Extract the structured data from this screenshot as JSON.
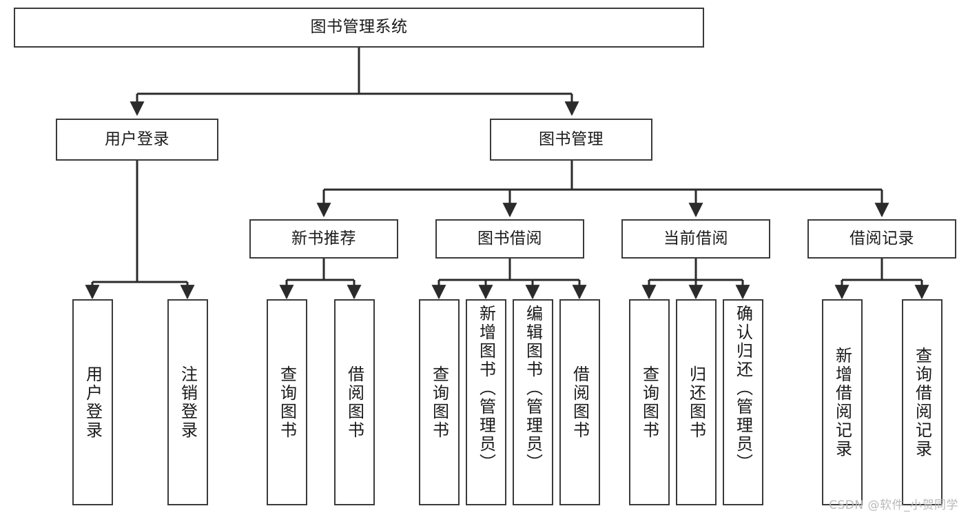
{
  "diagram": {
    "title": "图书管理系统",
    "type": "tree-hierarchy-diagram",
    "colors": {
      "box_border": "#3a3a3a",
      "box_fill": "#ffffff",
      "connector": "#2b2b2b",
      "text": "#1a1a1a",
      "watermark": "#b9b9b9",
      "background": "#ffffff"
    }
  },
  "root": {
    "label": "图书管理系统"
  },
  "level2": [
    {
      "label": "用户登录"
    },
    {
      "label": "图书管理"
    }
  ],
  "level3": [
    {
      "label": "新书推荐"
    },
    {
      "label": "图书借阅"
    },
    {
      "label": "当前借阅"
    },
    {
      "label": "借阅记录"
    }
  ],
  "leaves": {
    "user_login": [
      {
        "label": "用户登录"
      },
      {
        "label": "注销登录"
      }
    ],
    "new_book_recommend": [
      {
        "label": "查询图书"
      },
      {
        "label": "借阅图书"
      }
    ],
    "book_borrow": [
      {
        "label": "查询图书"
      },
      {
        "label": "新增图书（管理员）"
      },
      {
        "label": "编辑图书（管理员）"
      },
      {
        "label": "借阅图书"
      }
    ],
    "current_borrow": [
      {
        "label": "查询图书"
      },
      {
        "label": "归还图书"
      },
      {
        "label": "确认归还（管理员）"
      }
    ],
    "borrow_record": [
      {
        "label": "新增借阅记录"
      },
      {
        "label": "查询借阅记录"
      }
    ]
  },
  "watermark": {
    "text": "CSDN @软件_小贺同学"
  }
}
